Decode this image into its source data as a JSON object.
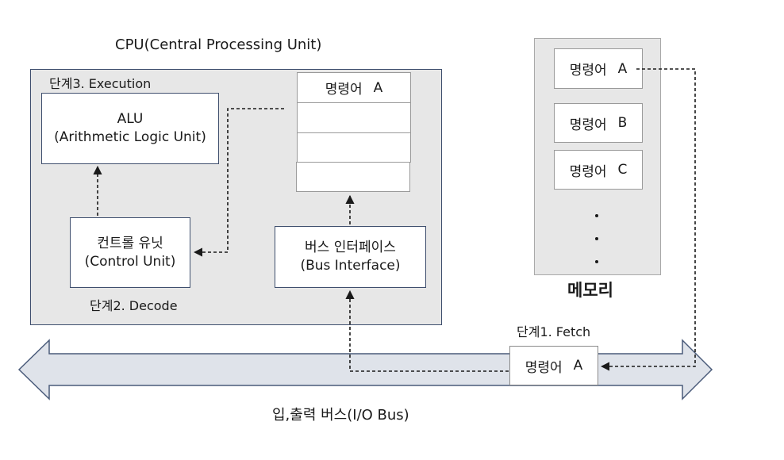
{
  "cpu": {
    "title": "CPU(Central Processing Unit)",
    "stage3_label": "단계3. Execution",
    "stage2_label": "단계2. Decode",
    "alu": {
      "line1": "ALU",
      "line2": "(Arithmetic Logic Unit)"
    },
    "control_unit": {
      "line1": "컨트롤 유닛",
      "line2": "(Control Unit)"
    },
    "bus_interface": {
      "line1": "버스 인터페이스",
      "line2": "(Bus Interface)"
    },
    "register": {
      "word": "명령어",
      "letter": "A"
    }
  },
  "memory": {
    "title": "메모리",
    "cells": [
      {
        "word": "명령어",
        "letter": "A"
      },
      {
        "word": "명령어",
        "letter": "B"
      },
      {
        "word": "명령어",
        "letter": "C"
      }
    ]
  },
  "bus": {
    "label": "입,출력 버스(I/O Bus)",
    "stage1_label": "단계1. Fetch",
    "packet": {
      "word": "명령어",
      "letter": "A"
    }
  },
  "colors": {
    "panel_fill": "#e7e7e7",
    "border": "#3f4f6e",
    "bus_fill": "#dfe3ea",
    "text": "#1a1a1a"
  }
}
